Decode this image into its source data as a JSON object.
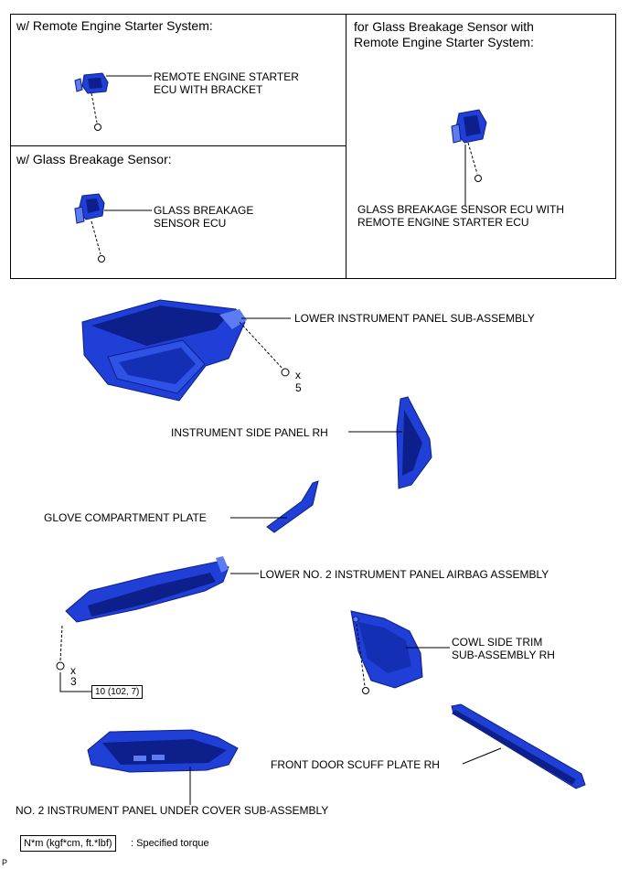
{
  "panels": {
    "remote": {
      "title": "w/ Remote Engine Starter System:",
      "label_line1": "REMOTE ENGINE STARTER",
      "label_line2": "ECU WITH BRACKET"
    },
    "glass": {
      "title": "w/ Glass Breakage Sensor:",
      "label_line1": "GLASS BREAKAGE",
      "label_line2": "SENSOR ECU"
    },
    "combo": {
      "title_line1": "for Glass Breakage Sensor with",
      "title_line2": "Remote Engine Starter System:",
      "label_line1": "GLASS BREAKAGE SENSOR ECU WITH",
      "label_line2": "REMOTE ENGINE STARTER ECU"
    }
  },
  "parts": {
    "lower_panel": "LOWER INSTRUMENT PANEL SUB-ASSEMBLY",
    "side_panel": "INSTRUMENT SIDE PANEL RH",
    "glove_plate": "GLOVE COMPARTMENT PLATE",
    "airbag": "LOWER NO. 2 INSTRUMENT PANEL AIRBAG ASSEMBLY",
    "cowl_line1": "COWL SIDE TRIM",
    "cowl_line2": "SUB-ASSEMBLY RH",
    "scuff": "FRONT DOOR SCUFF PLATE RH",
    "under_cover": "NO. 2 INSTRUMENT PANEL UNDER COVER SUB-ASSEMBLY"
  },
  "fasteners": {
    "lower_panel_qty_x": "x",
    "lower_panel_qty_n": "5",
    "airbag_qty_x": "x",
    "airbag_qty_n": "3",
    "airbag_torque": "10 (102, 7)"
  },
  "legend": {
    "box": "N*m (kgf*cm, ft.*lbf)",
    "text": ": Specified torque"
  },
  "corner_mark": "P",
  "colors": {
    "part_blue": "#1f3fd6",
    "part_dark": "#0d1f8a",
    "part_light": "#5d7cf2"
  }
}
